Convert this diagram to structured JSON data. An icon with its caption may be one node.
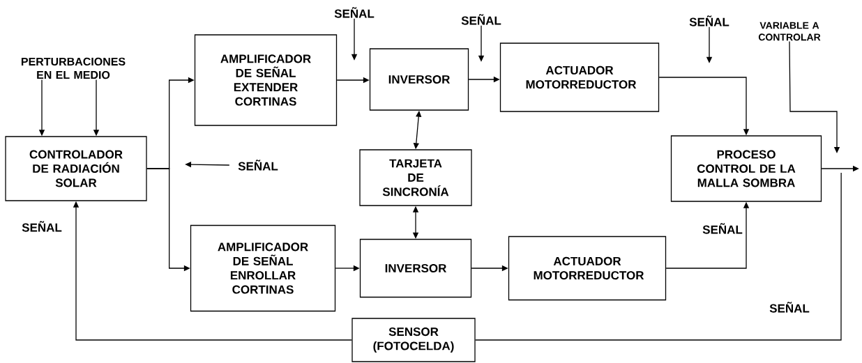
{
  "diagram": {
    "nodes": [
      {
        "text": [
          "CONTROLADOR DE RADIACIÓN SOLAR"
        ]
      },
      {
        "text": [
          "AMPLIFICADOR DE SEÑAL EXTENDER CORTINAS"
        ]
      },
      {
        "text": [
          "INVERSOR"
        ]
      },
      {
        "text": [
          "ACTUADOR MOTORREDUCTOR"
        ]
      },
      {
        "text": [
          "TARJETA DE SINCRONÍA"
        ]
      },
      {
        "text": [
          "PROCESO CONTROL DE LA MALLA SOMBRA"
        ]
      },
      {
        "text": [
          "AMPLIFICADOR DE SEÑAL ENROLLAR CORTINAS"
        ]
      },
      {
        "text": [
          "INVERSOR"
        ]
      },
      {
        "text": [
          "ACTUADOR MOTORREDUCTOR"
        ]
      },
      {
        "text": [
          "SENSOR (FOTOCELDA)"
        ]
      },
      {
        "text": [
          "PERTURBACIONES EN EL MEDIO"
        ]
      },
      {
        "text": [
          "SEÑAL"
        ]
      },
      {
        "text": [
          "SEÑAL"
        ]
      },
      {
        "text": [
          "SEÑAL"
        ]
      },
      {
        "text": [
          "VARIABLE A CONTROLAR"
        ]
      },
      {
        "text": [
          "SEÑAL"
        ]
      }
    ],
    "edges": [
      {
        "from": 10,
        "to": 0,
        "arrow": "to"
      },
      {
        "from": 10,
        "to": 0,
        "arrow": "to"
      },
      {
        "from": 0,
        "to": 1,
        "arrow": "to"
      },
      {
        "from": 0,
        "to": 6,
        "arrow": "to"
      },
      {
        "from": 1,
        "to": 2,
        "arrow": "to"
      },
      {
        "from": 2,
        "to": 3,
        "arrow": "to"
      },
      {
        "from": 3,
        "to": 5,
        "arrow": "to"
      },
      {
        "from": 2,
        "to": 4,
        "arrow": "both"
      },
      {
        "from": 4,
        "to": 7,
        "arrow": "both"
      },
      {
        "from": 6,
        "to": 7,
        "arrow": "to"
      },
      {
        "from": 7,
        "to": 8,
        "arrow": "to"
      },
      {
        "from": 8,
        "to": 5,
        "arrow": "to"
      },
      {
        "from": 5,
        "to": null,
        "arrow": "to"
      },
      {
        "from": 5,
        "to": 9,
        "arrow": "none"
      },
      {
        "from": 9,
        "to": 0,
        "arrow": "to"
      },
      {
        "from": 11,
        "to": null,
        "arrow": "to"
      },
      {
        "from": 12,
        "to": null,
        "arrow": "to"
      },
      {
        "from": 13,
        "to": null,
        "arrow": "to"
      },
      {
        "from": 14,
        "to": null,
        "arrow": "to"
      },
      {
        "from": 15,
        "to": null,
        "arrow": "to"
      }
    ],
    "labels": [
      "SEÑAL",
      "SEÑAL",
      "SEÑAL"
    ]
  }
}
